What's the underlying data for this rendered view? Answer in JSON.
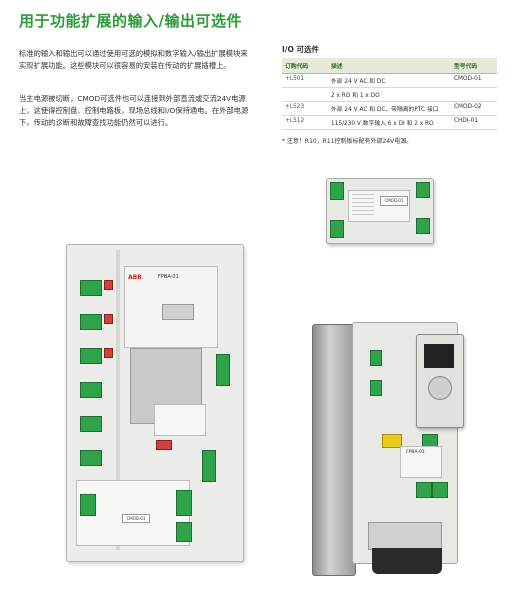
{
  "title": "用于功能扩展的输入/输出可选件",
  "paragraphs": [
    "标准的输入和输出可以通过使用可选的模拟和数字输入/输出扩展模块来实现扩展功能。这些模块可以很容易的安装在传动的扩展插槽上。",
    "当主电源被切断，CMOD可选件也可以连接到外部直流或交流24V电源上，这使得控制盘、控制电路板，现场总线和I/O保持通电。在外部电源下，传动的诊断和故障查找功能仍然可以进行。"
  ],
  "io_section": {
    "title": "I/O 可选件",
    "headers": [
      "订购代码",
      "描述",
      "型号代码"
    ],
    "rows": [
      {
        "code": "+L501",
        "desc": "外部 24 V AC 和 DC",
        "type": "CMOD-01"
      },
      {
        "code": "",
        "desc": "2 x RO 和 1 x DO",
        "type": ""
      },
      {
        "code": "+L523",
        "desc": "外部 24 V AC 和 DC，带隔离的PTC 接口",
        "type": "CMOD-02"
      },
      {
        "code": "+L512",
        "desc": "115/230 V 数字输入 6 x DI 和 2 x RO",
        "type": "CHDI-01"
      }
    ],
    "note": "* 注意！R10，R11控制板标配有外部24V电源。"
  },
  "images": {
    "module_label": "CMOD-01",
    "adapter_label": "FPBA-01",
    "brand": "ABB",
    "drive_module_label": "FPBA-01"
  }
}
